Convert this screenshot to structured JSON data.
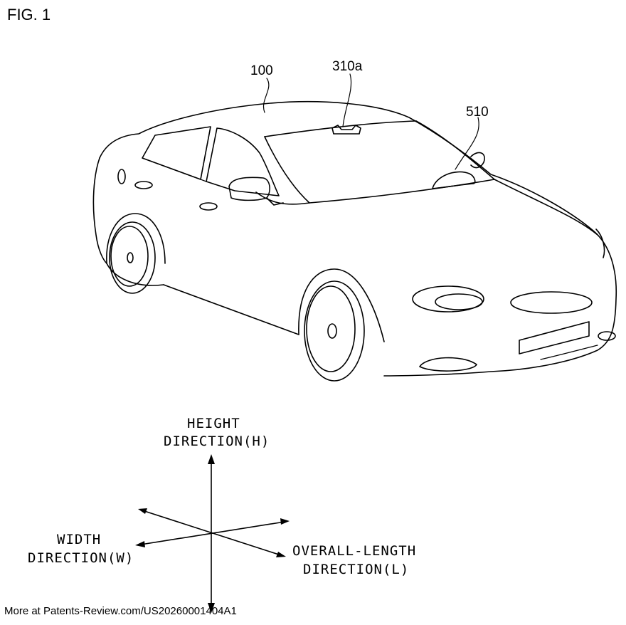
{
  "figure": {
    "label": "FIG. 1"
  },
  "references": {
    "vehicle": "100",
    "sensor": "310a",
    "light": "510"
  },
  "axes": {
    "height_line1": "HEIGHT",
    "height_line2": "DIRECTION(H)",
    "width_line1": "WIDTH",
    "width_line2": "DIRECTION(W)",
    "length_line1": "OVERALL-LENGTH",
    "length_line2": "DIRECTION(L)"
  },
  "footer": {
    "text": "More at Patents-Review.com/US20260001404A1"
  }
}
